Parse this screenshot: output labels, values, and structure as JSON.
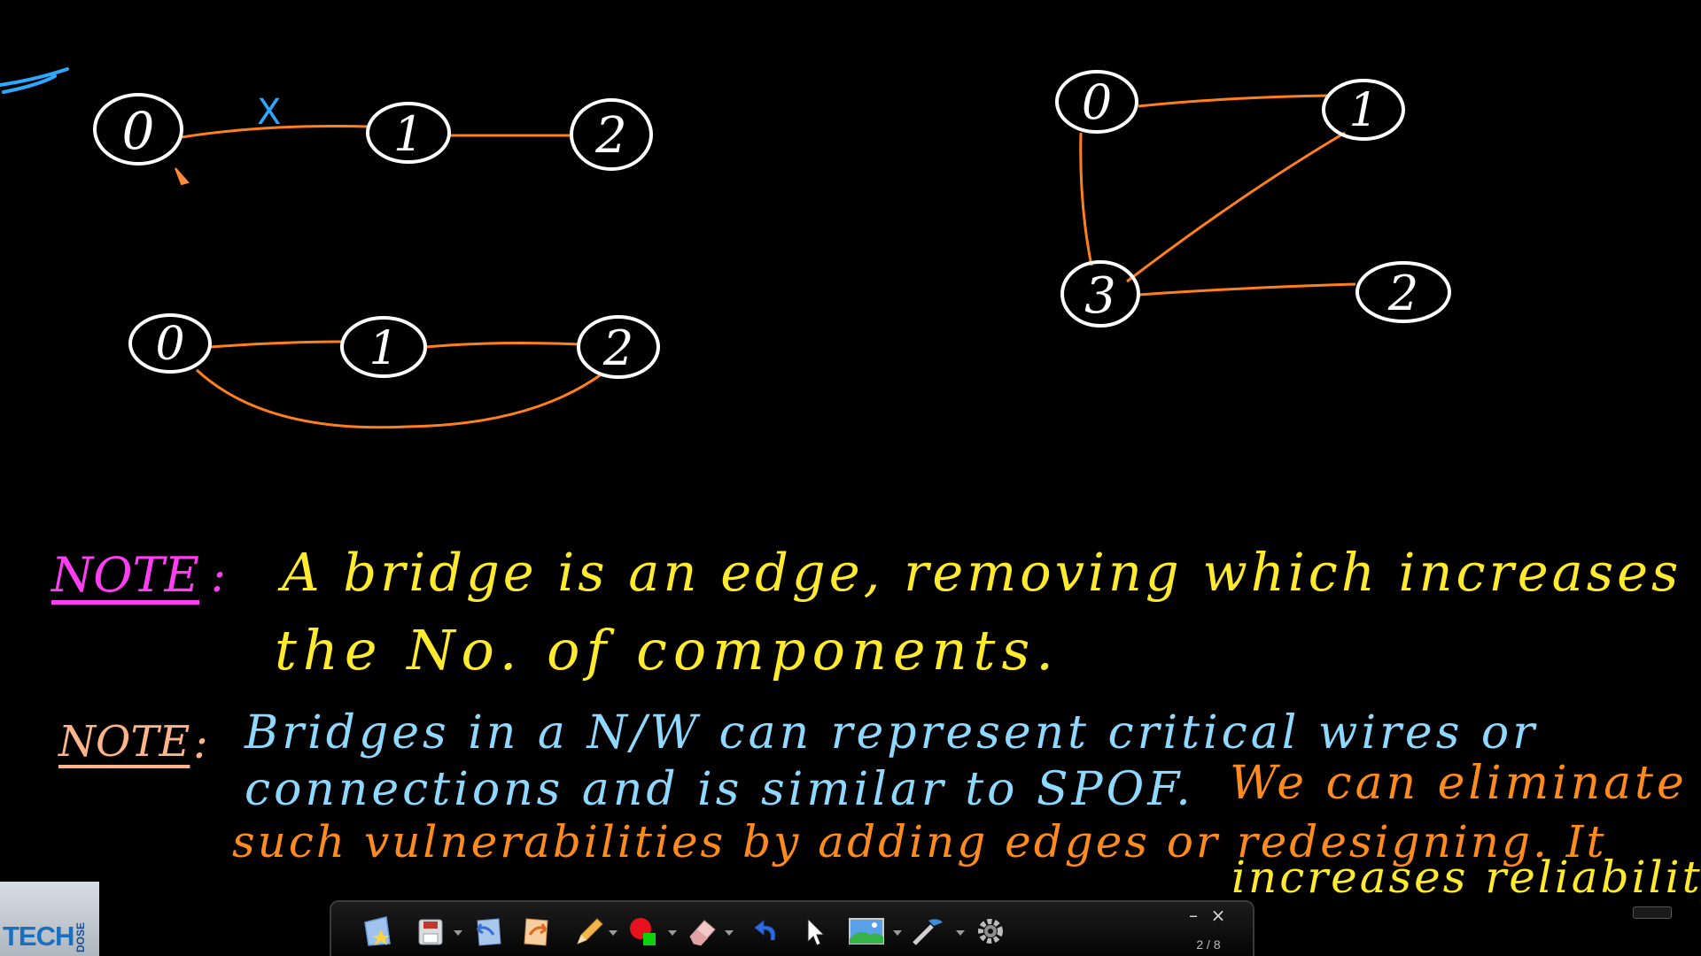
{
  "graph_top_left": {
    "nodes": [
      "0",
      "1",
      "2"
    ],
    "removed_edge_mark": "X"
  },
  "graph_bottom_left": {
    "nodes": [
      "0",
      "1",
      "2"
    ]
  },
  "graph_right": {
    "nodes": [
      "0",
      "1",
      "3",
      "2"
    ]
  },
  "note1": {
    "label": "NOTE",
    "colon": ":",
    "line1": "A bridge is an edge, removing which increases",
    "line2": "the No. of components."
  },
  "note2": {
    "label": "NOTE",
    "colon": ":",
    "line1": "Bridges in a N/W can represent critical wires or",
    "line2a": "connections and is similar to SPOF.",
    "line2b": "We can eliminate",
    "line3": "such vulnerabilities by adding edges or redesigning. It",
    "line4": "increases reliability."
  },
  "toolbar": {
    "page_indicator": "2 / 8",
    "minimize": "–",
    "close": "×"
  },
  "logo": {
    "text": "TECH",
    "sub": "DOSE"
  },
  "colors": {
    "background": "#000000",
    "node_stroke": "#ffffff",
    "edge": "#ff7f1e",
    "note1_label": "#ff3df2",
    "note1_text": "#ffea2e",
    "note2_label": "#ffb48a",
    "note2_text": "#8fd8ff",
    "note2_emphasis": "#ff8a1e",
    "scribble": "#2ea8ff"
  }
}
